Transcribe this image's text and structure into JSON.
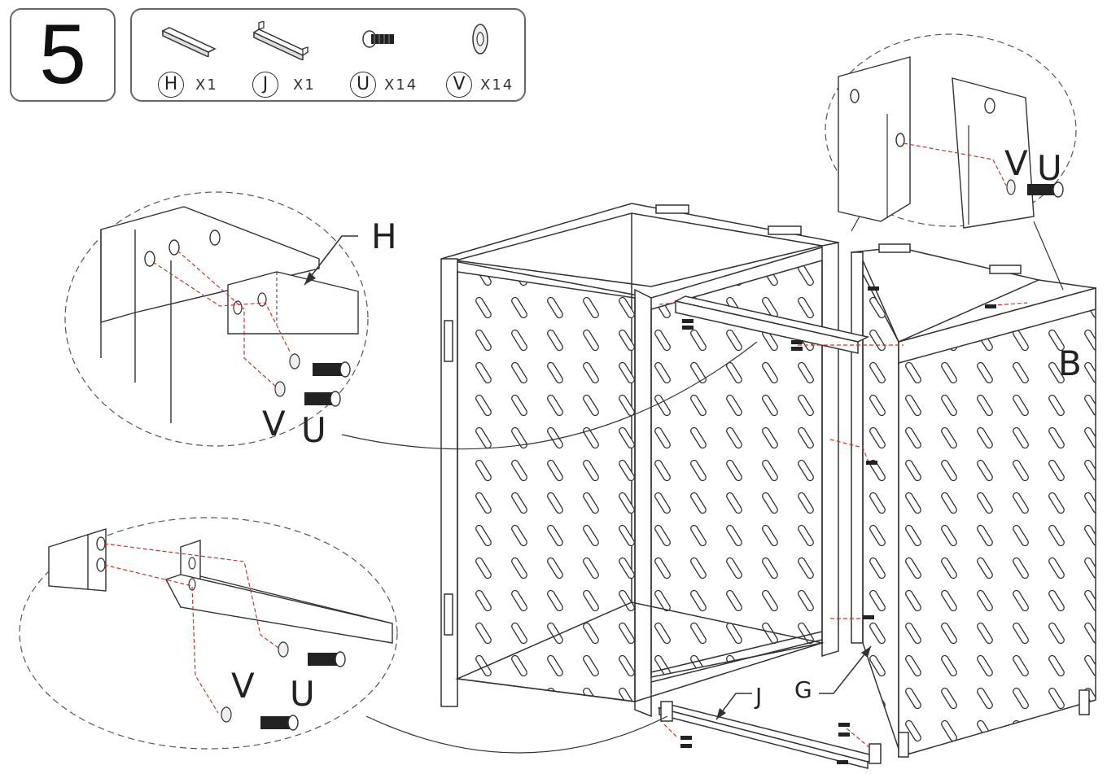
{
  "step": {
    "number": "5"
  },
  "parts": [
    {
      "id": "H",
      "qty": "X1",
      "icon": "rail-bar-icon"
    },
    {
      "id": "J",
      "qty": "X1",
      "icon": "angle-bracket-icon"
    },
    {
      "id": "U",
      "qty": "X14",
      "icon": "bolt-icon"
    },
    {
      "id": "V",
      "qty": "X14",
      "icon": "washer-icon"
    }
  ],
  "callouts": {
    "h": "H",
    "j": "J",
    "g": "G",
    "b": "B",
    "detail_right_v": "V",
    "detail_right_u": "U",
    "detail_left_v": "V",
    "detail_left_u": "U",
    "detail_bottom_v": "V",
    "detail_bottom_u": "U"
  },
  "colors": {
    "line": "#333333",
    "dash": "#c0392b",
    "outline": "#666666"
  }
}
